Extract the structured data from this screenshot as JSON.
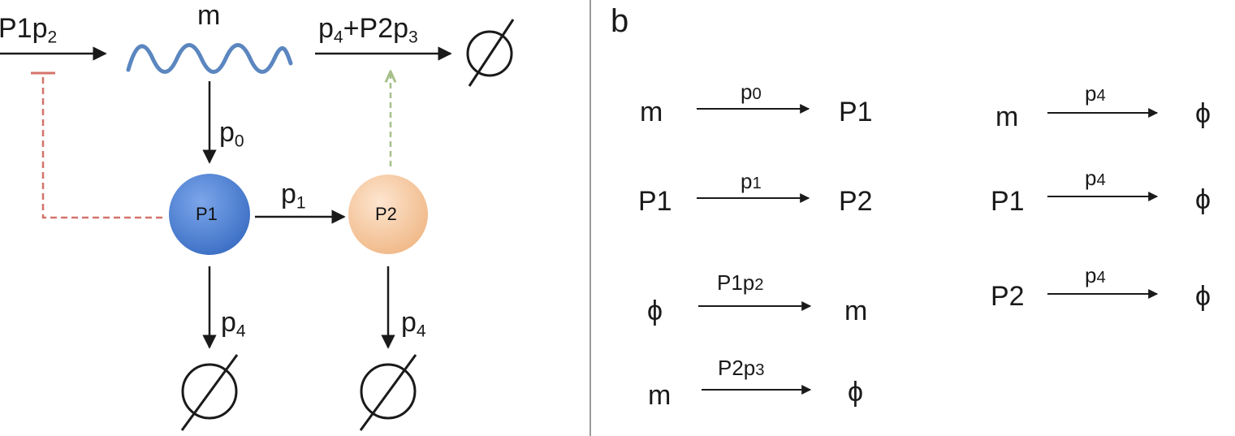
{
  "panel_a": {
    "mrna_label": "m",
    "production_rate": {
      "main": "P1p",
      "sub": "2"
    },
    "degradation_rate": {
      "a": "p",
      "a_sub": "4",
      "plus": "+P2p",
      "b_sub": "3"
    },
    "edge_p0": {
      "main": "p",
      "sub": "0"
    },
    "edge_p1": {
      "main": "p",
      "sub": "1"
    },
    "edge_p4_left": {
      "main": "p",
      "sub": "4"
    },
    "edge_p4_right": {
      "main": "p",
      "sub": "4"
    },
    "node_p1": "P1",
    "node_p2": "P2",
    "null_symbol": "∅",
    "colors": {
      "p1_fill": "#4a7fd4",
      "p2_fill": "#f5c9a0",
      "mrna_wave": "#5b86c0",
      "repression": "#d4736b",
      "activation": "#a7c08a"
    }
  },
  "panel_b": {
    "label": "b",
    "reactions_left": [
      {
        "from": "m",
        "rate": "p0",
        "rate_main": "p",
        "rate_sub": "0",
        "to": "P1"
      },
      {
        "from": "P1",
        "rate": "p1",
        "rate_main": "p",
        "rate_sub": "1",
        "to": "P2"
      },
      {
        "from": "ϕ",
        "rate": "P1p2",
        "rate_main": "P1p",
        "rate_sub": "2",
        "to": "m"
      },
      {
        "from": "m",
        "rate": "P2p3",
        "rate_main": "P2p",
        "rate_sub": "3",
        "to": "ϕ"
      }
    ],
    "reactions_right": [
      {
        "from": "m",
        "rate": "p4",
        "rate_main": "p",
        "rate_sub": "4",
        "to": "ϕ"
      },
      {
        "from": "P1",
        "rate": "p4",
        "rate_main": "p",
        "rate_sub": "4",
        "to": "ϕ"
      },
      {
        "from": "P2",
        "rate": "p4",
        "rate_main": "p",
        "rate_sub": "4",
        "to": "ϕ"
      }
    ]
  }
}
